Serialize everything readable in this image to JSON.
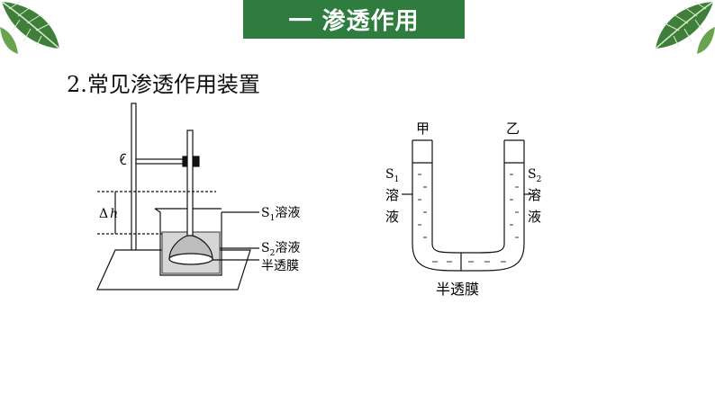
{
  "header": {
    "title": "一  渗透作用"
  },
  "content": {
    "heading": "2.常见渗透作用装置"
  },
  "figure_left": {
    "delta_h": "Δ",
    "delta_h_var": "h",
    "s1_S": "S",
    "s1_sub": "1",
    "s1_tail": "溶液",
    "s2_S": "S",
    "s2_sub": "2",
    "s2_tail": "溶液",
    "membrane": "半透膜"
  },
  "figure_right": {
    "left_arm": "甲",
    "right_arm": "乙",
    "s1_S": "S",
    "s1_sub": "1",
    "s1_line1": "溶",
    "s1_line2": "液",
    "s2_S": "S",
    "s2_sub": "2",
    "s2_line1": "溶",
    "s2_line2": "液",
    "membrane": "半透膜"
  }
}
